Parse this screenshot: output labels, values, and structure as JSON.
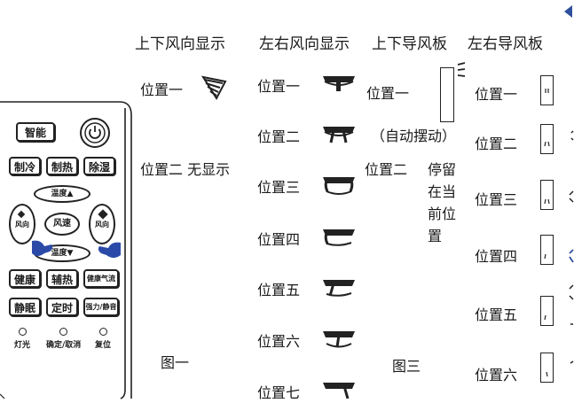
{
  "headers": {
    "ud_display": "上下风向显示",
    "lr_display": "左右风向显示",
    "ud_louver": "上下导风板",
    "lr_louver": "左右导风板"
  },
  "ud_display_rows": [
    {
      "label": "位置一"
    },
    {
      "label": "位置二 无显示"
    }
  ],
  "lr_display_rows": [
    "位置一",
    "位置二",
    "位置三",
    "位置四",
    "位置五",
    "位置六",
    "位置七"
  ],
  "ud_louver_rows": {
    "pos1": "位置一",
    "auto": "（自动摆动）",
    "pos2": "位置二",
    "stay": [
      "停留",
      "在当",
      "前位",
      "置"
    ]
  },
  "lr_louver_rows": [
    "位置一",
    "位置二",
    "位置三",
    "位置四",
    "位置五",
    "位置六"
  ],
  "captions": {
    "fig1": "图一",
    "fig3": "图三"
  },
  "remote": {
    "smart": "智能",
    "cool": "制冷",
    "heat": "制热",
    "dry": "除湿",
    "temp_up": "温度▲",
    "temp_down": "温度▼",
    "fan_dir_left": "风向",
    "fan_dir_right": "风向",
    "fan_speed": "风速",
    "health": "健康",
    "aux_heat": "辅热",
    "health_air": "健康气流",
    "sleep": "静眠",
    "timer": "定时",
    "turbo_quiet": "强力/静音",
    "light": "灯光",
    "confirm_cancel": "确定/取消",
    "reset": "复位"
  },
  "colors": {
    "ink": "#1a1a1a",
    "hand": "#2b4aa8",
    "accent_corner": "#2e4f9c"
  }
}
